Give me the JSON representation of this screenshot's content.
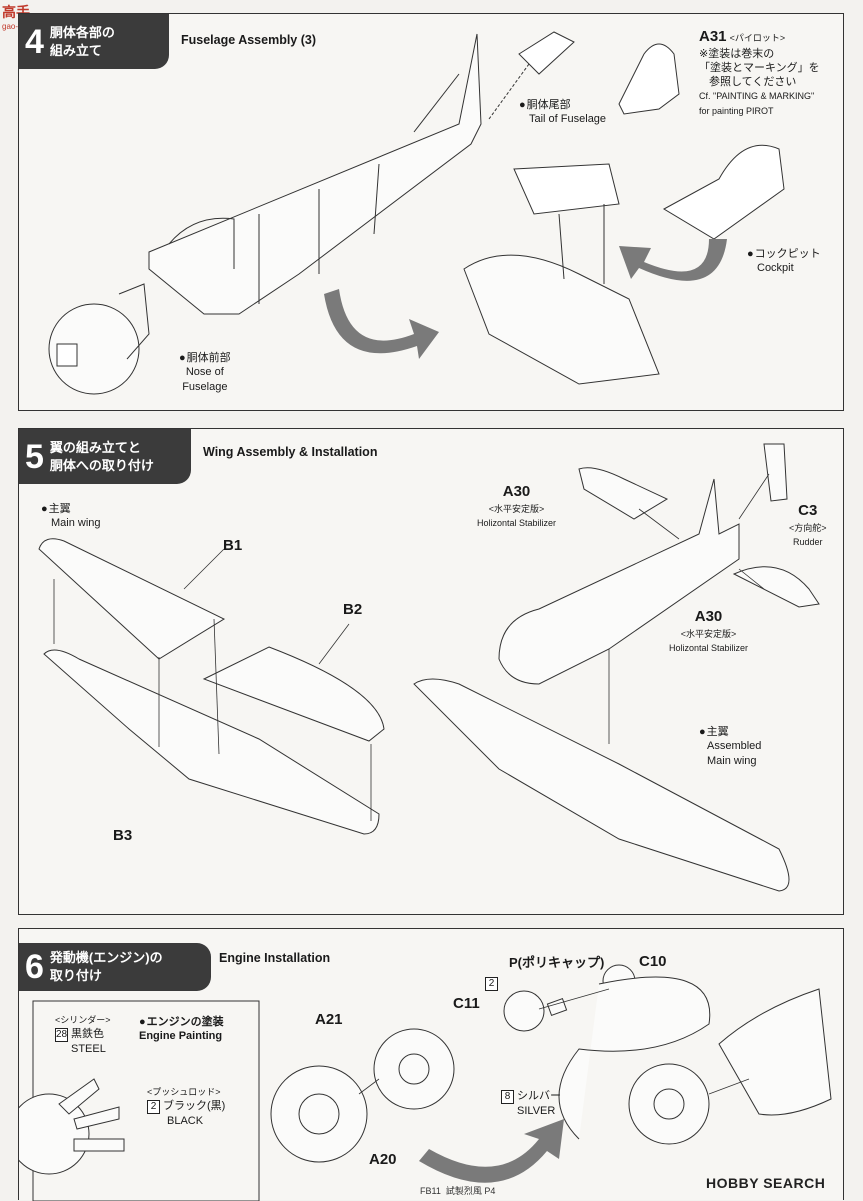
{
  "step4": {
    "number": "4",
    "title_jp_1": "胴体各部の",
    "title_jp_2": "組み立て",
    "title_en": "Fuselage Assembly (3)",
    "tail_jp": "胴体尾部",
    "tail_en": "Tail of Fuselage",
    "nose_jp": "胴体前部",
    "nose_en_1": "Nose of",
    "nose_en_2": "Fuselage",
    "pilot_part": "A31",
    "pilot_tag": "<パイロット>",
    "pilot_note_1": "※塗装は巻末の",
    "pilot_note_2": "「塗装とマーキング」を",
    "pilot_note_3": "参照してください",
    "pilot_note_en_1": "Cf. \"PAINTING & MARKING\"",
    "pilot_note_en_2": "for painting PIROT",
    "cockpit_jp": "コックピット",
    "cockpit_en": "Cockpit"
  },
  "step5": {
    "number": "5",
    "title_jp_1": "翼の組み立てと",
    "title_jp_2": "胴体への取り付け",
    "title_en": "Wing Assembly & Installation",
    "main_wing_jp": "主翼",
    "main_wing_en": "Main wing",
    "b1": "B1",
    "b2": "B2",
    "b3": "B3",
    "a30_top": "A30",
    "a30_top_jp": "<水平安定版>",
    "a30_top_en": "Holizontal Stabilizer",
    "a30_bot": "A30",
    "a30_bot_jp": "<水平安定版>",
    "a30_bot_en": "Holizontal Stabilizer",
    "c3": "C3",
    "c3_jp": "<方向舵>",
    "c3_en": "Rudder",
    "assembled_jp": "主翼",
    "assembled_en_1": "Assembled",
    "assembled_en_2": "Main wing"
  },
  "step6": {
    "number": "6",
    "title_jp_1": "発動機(エンジン)の",
    "title_jp_2": "取り付け",
    "title_en": "Engine Installation",
    "cyl_tag": "<シリンダー>",
    "cyl_num": "28",
    "cyl_jp": "黒鉄色",
    "cyl_en": "STEEL",
    "eng_paint_jp": "エンジンの塗装",
    "eng_paint_en": "Engine Painting",
    "push_tag": "<プッシュロッド>",
    "push_num": "2",
    "push_jp": "ブラック(黒)",
    "push_en": "BLACK",
    "a21": "A21",
    "a20": "A20",
    "c11": "C11",
    "c10": "C10",
    "poly": "P(ポリキャップ)",
    "c11_num": "2",
    "silver_num": "8",
    "silver_jp": "シルバー",
    "silver_en": "SILVER"
  },
  "footer": {
    "code": "FB11",
    "title": "試製烈風",
    "page": "P4"
  },
  "watermark": {
    "right": "HOBBY SEARCH",
    "left": "高手",
    "left_small": "gao-shou.com"
  }
}
